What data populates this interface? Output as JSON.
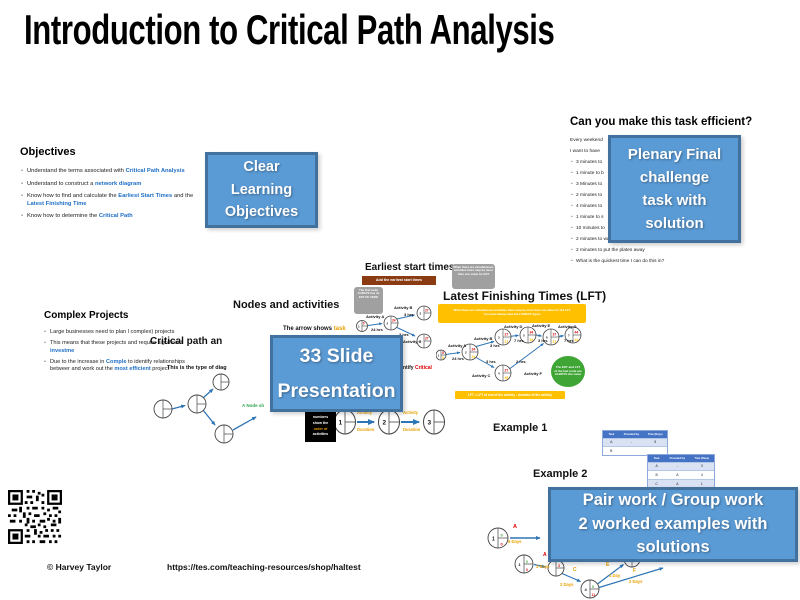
{
  "title": "Introduction to Critical Path Analysis",
  "callouts": {
    "learning": [
      "Clear",
      "Learning",
      "Objectives"
    ],
    "plenary": [
      "Plenary Final",
      "challenge",
      "task with",
      "solution"
    ],
    "presentation": [
      "33 Slide",
      "Presentation"
    ],
    "pairwork": [
      "Pair work / Group work",
      "2 worked examples with",
      "solutions"
    ]
  },
  "objectives": {
    "title": "Objectives",
    "b0": {
      "pre": "Understand the terms associated with ",
      "key": "Critical Path Analysis"
    },
    "b1": {
      "pre": "Understand to construct a ",
      "key": "network diagram"
    },
    "b2": {
      "pre": "Know how to find and calculate the ",
      "key": "Earliest Start Times",
      "mid": " and the ",
      "key2": "Latest Finishing Time"
    },
    "b3": {
      "pre": "Know how to determine the ",
      "key": "Critical Path"
    }
  },
  "task": {
    "title": "Can you make this task efficient?",
    "intro": [
      "Every weekend",
      "I want to have"
    ],
    "items": [
      "3 minutes to",
      "1 minute to b",
      "3 Minutes to",
      "2 minutes to",
      "4 minutes to",
      "1 minute to s",
      "10 minutes to",
      "2 minutes to wash up",
      "2 minutes to put the plates away",
      "What is the quickest time I can do this in?"
    ]
  },
  "complex": {
    "title": "Complex Projects",
    "b0": {
      "pre": "Large businesses need to plan l complex) projects"
    },
    "b1": {
      "pre": "This means that these projects and require significant ",
      "key": "investme"
    },
    "b2": {
      "pre": "Due to the increase in ",
      "key": "Comple",
      "mid": " to identify relationships betweer and work out the ",
      "key2": "most efficient",
      "post": " project"
    }
  },
  "critical": {
    "title": "Critical path an",
    "subtitle": "This is the type of diag",
    "node_note": "A Node sh"
  },
  "nodes": {
    "title": "Nodes and activities",
    "arrow_pre": "The arrow shows ",
    "arrow_key": "task",
    "critical_pre": "ntify ",
    "critical_key": "Critical",
    "box": {
      "l1": "numbers",
      "l2": "show the",
      "l3": "order of",
      "l4": "activities"
    },
    "n": [
      "1",
      "2",
      "3"
    ],
    "activity": "Activity",
    "duration": "Duration"
  },
  "earliest": {
    "title": "Earliest start times",
    "bar": "Add the earliest start times",
    "note_first": "The first node ALWAYS has an EST OF ZERO",
    "note_simul": "When there are simultaneous activities there may be more than one value for EST",
    "act_a": "Activity A",
    "dur_a": "24 hrs",
    "act_b": "Activity B",
    "dur_b": "3 hrs",
    "act_c": "Activity C",
    "dur_c": "3 hrs",
    "node_nums": [
      "1",
      "2",
      "3",
      "4"
    ],
    "est": [
      "0",
      "24",
      "27",
      "27"
    ]
  },
  "lft": {
    "title": "Latest Finishing Times (LFT)",
    "banner1": "When there are simultaneous activities there may be more than one value for the LFT",
    "banner2": "You must always take the LOWEST figure",
    "act_a": "Activity A",
    "dur_a": "24 hrs",
    "act_b": "Activity B",
    "dur_b": "3 hrs",
    "act_c": "Activity C",
    "dur_c": "3 hrs",
    "act_d": "Activity D",
    "dur_d": "7 hrs",
    "act_e": "Activity E",
    "dur_e": "3 hrs",
    "act_f": "Activity F",
    "dur_f": "2 hrs",
    "act_g": "Activity G",
    "dur_g": "7 hrs",
    "oval": "The EST and LFT of the last node are ALWAYS the same",
    "formula": "LFT = LFT at end of the activity - duration of the activity",
    "node_nums": [
      "1",
      "2",
      "3",
      "4",
      "5",
      "6",
      "7"
    ],
    "nodes": [
      {
        "est": "0",
        "lft": "0"
      },
      {
        "est": "24",
        "lft": "24"
      },
      {
        "est": "27",
        "lft": "27"
      },
      {
        "est": "27",
        "lft": "35"
      },
      {
        "est": "34",
        "lft": "34"
      },
      {
        "est": "37",
        "lft": "37"
      },
      {
        "est": "44",
        "lft": "44"
      }
    ]
  },
  "examples": {
    "ex1_title": "Example 1",
    "ex2_title": "Example 2",
    "headers": [
      "Task",
      "Preceded by",
      "Time (Days)"
    ],
    "ex1_rows": [
      [
        "A",
        "-",
        "5"
      ],
      [
        "B",
        "",
        ""
      ]
    ],
    "ex2_rows": [
      [
        "A",
        "-",
        "3"
      ],
      [
        "B",
        "A",
        "4"
      ],
      [
        "C",
        "A",
        "1"
      ]
    ]
  },
  "solutions": {
    "s1": {
      "n": "1",
      "est": "0",
      "lft": "0",
      "act": "A",
      "dur": "5 Days"
    },
    "s2": {
      "n1": "1",
      "n1est": "0",
      "n1lft": "0",
      "act_a": "A",
      "dur_a": "3 Days",
      "n2est": "3",
      "act_c": "C",
      "dur_c": "2 Days",
      "n4": "4",
      "n4est": "5",
      "n4lft": "11",
      "act_e": "E",
      "dur_e": "1 Day",
      "act_f": "F",
      "dur_f": "2 Days"
    }
  },
  "footer": {
    "copyright": "© Harvey Taylor",
    "url": "https://tes.com/teaching-resources/shop/haltest"
  },
  "colors": {
    "callout_bg": "#5B9BD5",
    "callout_border": "#41719C",
    "keyword_blue": "#1F6FC5",
    "orange": "#E8A000",
    "red": "#E00000",
    "brown_bar": "#8A3B12",
    "yellow": "#FFC000",
    "green": "#3FA535",
    "grey_note": "#A0A0A0",
    "arrow_blue": "#2E75B6",
    "table_header": "#4472C4"
  }
}
